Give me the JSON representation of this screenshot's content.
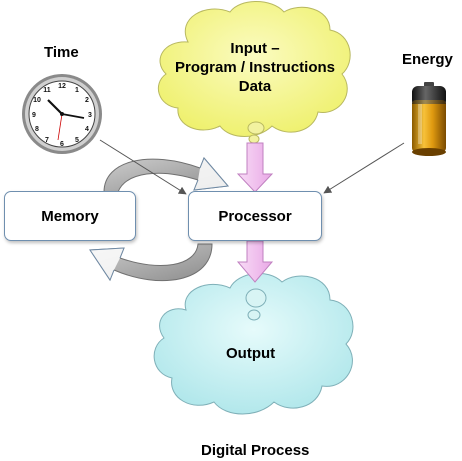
{
  "diagram": {
    "input_cloud": {
      "lines": [
        "Input –",
        "Program / Instructions",
        "Data"
      ],
      "fill": "#f5f58a"
    },
    "output_cloud": {
      "label": "Output",
      "fill": "#c8f0f0"
    },
    "processor": {
      "label": "Processor"
    },
    "memory": {
      "label": "Memory"
    },
    "time": {
      "label": "Time",
      "icon": "clock-icon"
    },
    "energy": {
      "label": "Energy",
      "icon": "battery-icon"
    },
    "caption": "Digital Process",
    "colors": {
      "box_border": "#6f8faf",
      "flow_arrow": "#f2c8f0",
      "loop_arrow": "#9a9a9a"
    }
  }
}
